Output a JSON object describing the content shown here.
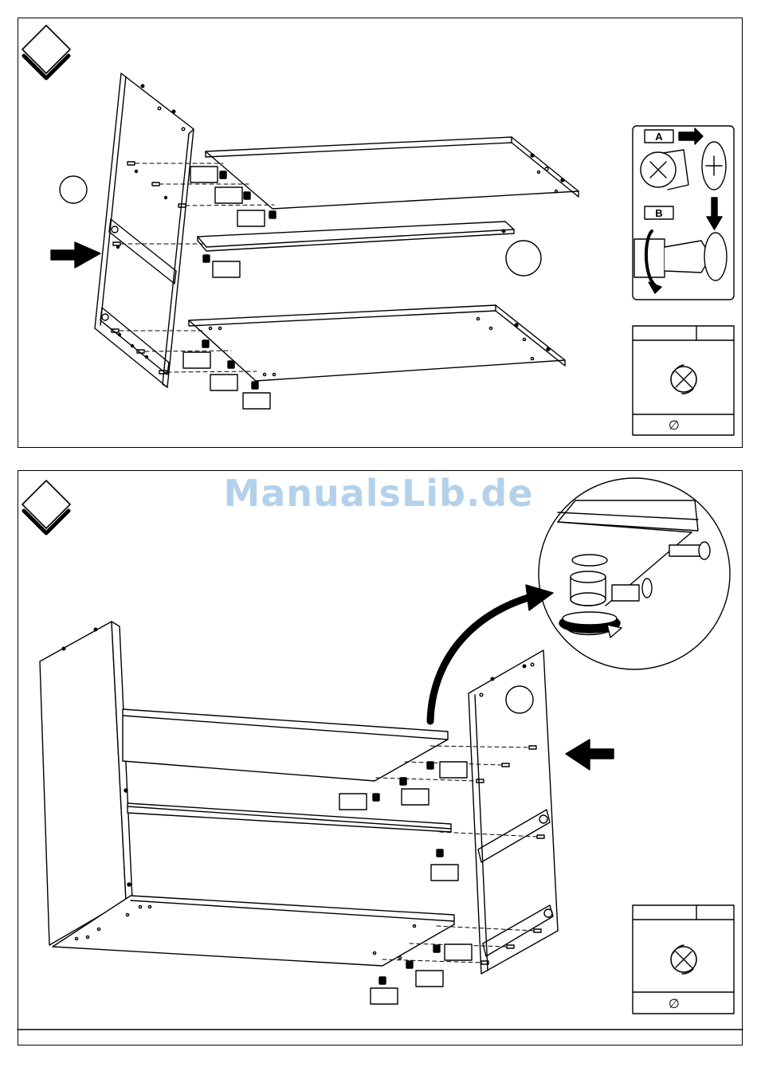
{
  "watermark": {
    "text": "ManualsLib.de"
  },
  "insets": {
    "cam_steps": {
      "step_a": "A",
      "step_b": "B"
    },
    "parts_table_symbol": "∅"
  },
  "colors": {
    "line": "#000000",
    "watermark": "#5b9bd5",
    "background": "#ffffff"
  },
  "icons": [
    "step-diamond-icon",
    "direction-arrow-icon",
    "cam-lock-icon",
    "screwdriver-icon",
    "rotation-arrow-icon"
  ]
}
